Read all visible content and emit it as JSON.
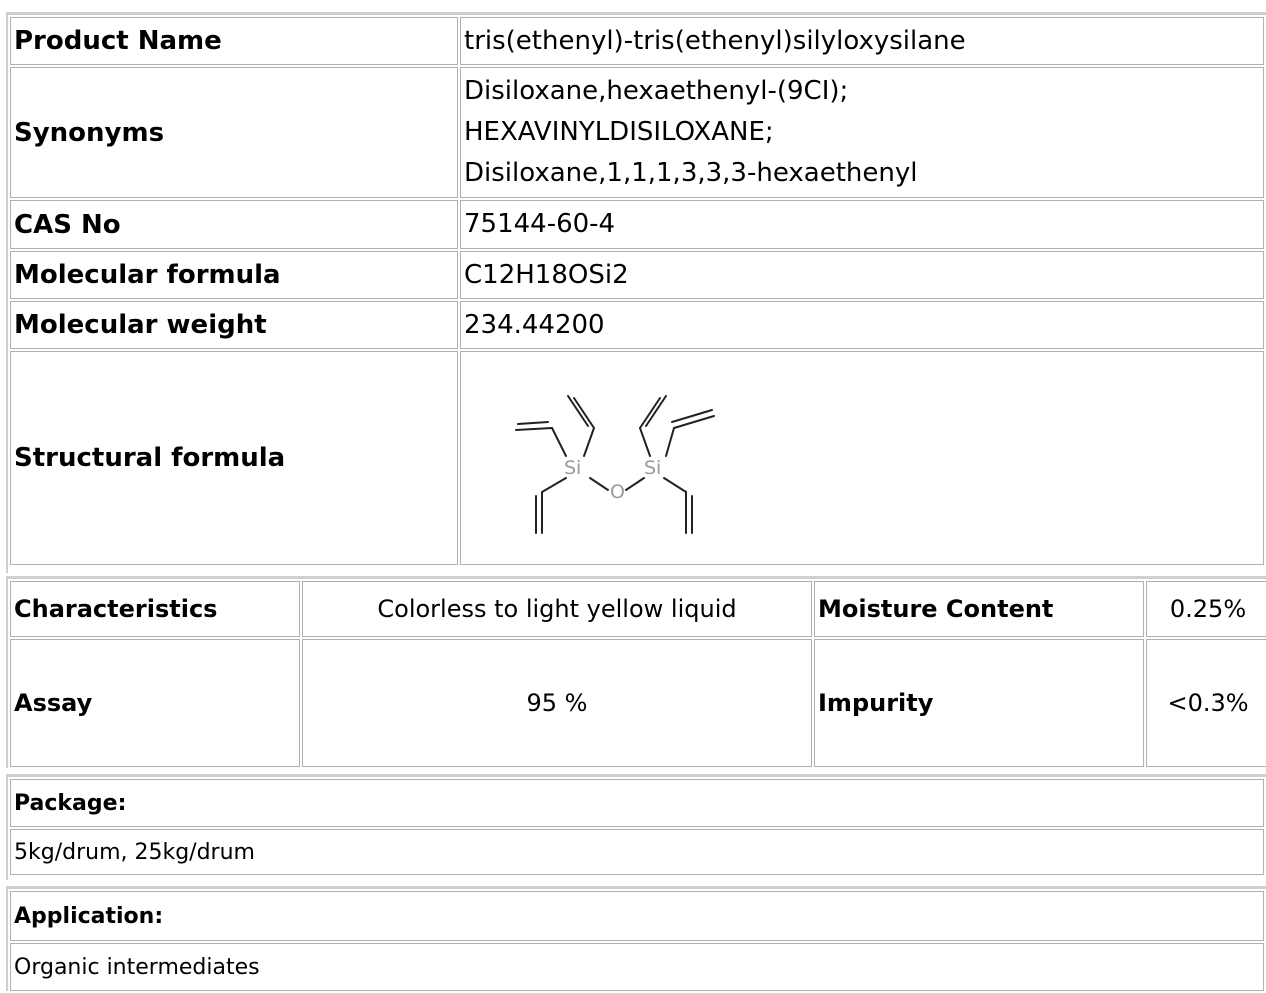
{
  "product": {
    "rows": [
      {
        "label": "Product Name",
        "value": "tris(ethenyl)-tris(ethenyl)silyloxysilane"
      },
      {
        "label": "Synonyms",
        "values": [
          "Disiloxane,hexaethenyl-(9CI);",
          "HEXAVINYLDISILOXANE;",
          "Disiloxane,1,1,1,3,3,3-hexaethenyl"
        ]
      },
      {
        "label": "CAS No",
        "value": "75144-60-4"
      },
      {
        "label": "Molecular formula",
        "value": "C12H18OSi2"
      },
      {
        "label": "Molecular weight",
        "value": "234.44200"
      },
      {
        "label": "Structural formula",
        "atoms": {
          "si": "Si",
          "o": "O"
        }
      }
    ]
  },
  "specs": {
    "rows": [
      {
        "label1": "Characteristics",
        "value1": "Colorless to light yellow liquid",
        "label2": "Moisture Content",
        "value2": "0.25%"
      },
      {
        "label1": "Assay",
        "value1": "95 %",
        "label2": "Impurity",
        "value2": "<0.3%"
      }
    ]
  },
  "package": {
    "label": "Package:",
    "value": "5kg/drum, 25kg/drum"
  },
  "application": {
    "label": "Application:",
    "value": "Organic intermediates"
  }
}
